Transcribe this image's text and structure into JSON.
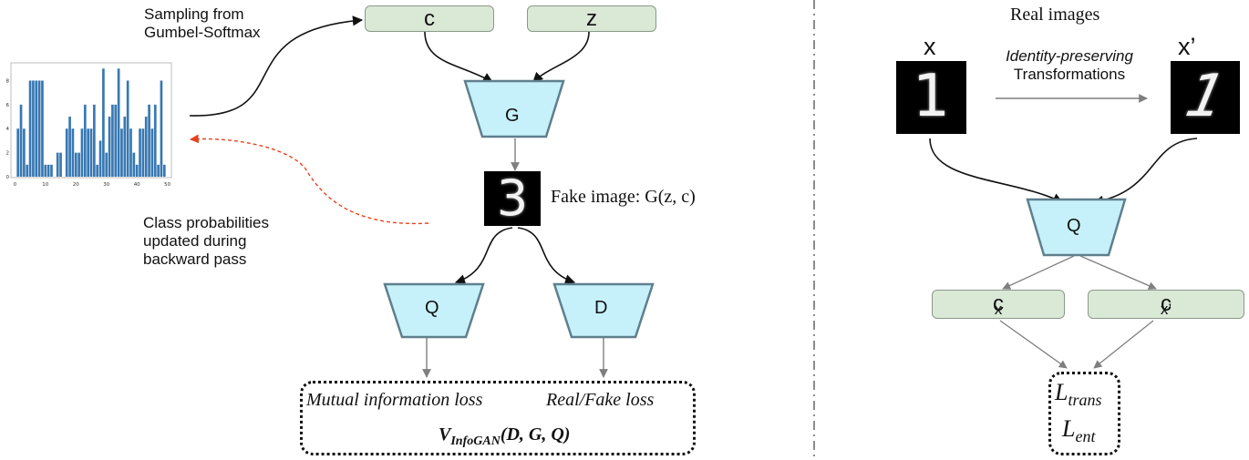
{
  "left_panel": {
    "sampling_text": [
      "Sampling from",
      "Gumbel-Softmax"
    ],
    "backward_text": [
      "Class probabilities",
      "updated during",
      "backward pass"
    ],
    "latent_c": "c",
    "latent_z": "z",
    "generator": "G",
    "fake_image_label": "Fake image: G(z, c)",
    "fake_digit": "3",
    "q_net": "Q",
    "d_net": "D",
    "loss_box": {
      "mi_loss": "Mutual information loss",
      "rf_loss": "Real/Fake loss",
      "objective_main": "V",
      "objective_sub": "InfoGAN",
      "objective_args": "(D, G, Q)"
    }
  },
  "right_panel": {
    "title": "Real images",
    "x_label": "x",
    "x_prime_label": "x’",
    "digit_x": "1",
    "digit_x_prime": "1",
    "transform_italic": "Identity-preserving",
    "transform_plain": "Transformations",
    "q_net": "Q",
    "c_x_main": "c",
    "c_x_sub": "x",
    "c_xp_main": "c",
    "c_xp_sub": "x’",
    "loss_trans_main": "L",
    "loss_trans_sub": "trans",
    "loss_ent_main": "L",
    "loss_ent_sub": "ent"
  },
  "colors": {
    "latent_fill": "#dae8d6",
    "latent_border": "#8a9a88",
    "network_fill": "#c6f1fa",
    "network_border": "#5f7f8c",
    "bar_color": "#3878b2",
    "backward_arrow": "#e3431e",
    "gray_arrow": "#7f7f7f"
  },
  "chart_data": {
    "type": "bar",
    "categories": [
      1,
      2,
      3,
      4,
      5,
      6,
      7,
      8,
      9,
      10,
      11,
      12,
      13,
      14,
      15,
      16,
      17,
      18,
      19,
      20,
      21,
      22,
      23,
      24,
      25,
      26,
      27,
      28,
      29,
      30,
      31,
      32,
      33,
      34,
      35,
      36,
      37,
      38,
      39,
      40,
      41,
      42,
      43,
      44,
      45,
      46,
      47,
      48,
      49
    ],
    "values": [
      4,
      6,
      4,
      1,
      8,
      8,
      8,
      8,
      8,
      1,
      1,
      1,
      0,
      2,
      2,
      0,
      4,
      5,
      4,
      2,
      2,
      4,
      6,
      4,
      4,
      6,
      1,
      3,
      9,
      2,
      5,
      6,
      6,
      9,
      4,
      5,
      8,
      4,
      2,
      1,
      4,
      4,
      5,
      6,
      4,
      6,
      1,
      8,
      1
    ],
    "xticks": [
      "0",
      "10",
      "20",
      "30",
      "40",
      "50"
    ],
    "yticks": [
      "0",
      "2",
      "4",
      "6",
      "8"
    ],
    "xlim": [
      -1,
      51
    ],
    "ylim": [
      0,
      9.4
    ],
    "title": "",
    "xlabel": "",
    "ylabel": ""
  }
}
